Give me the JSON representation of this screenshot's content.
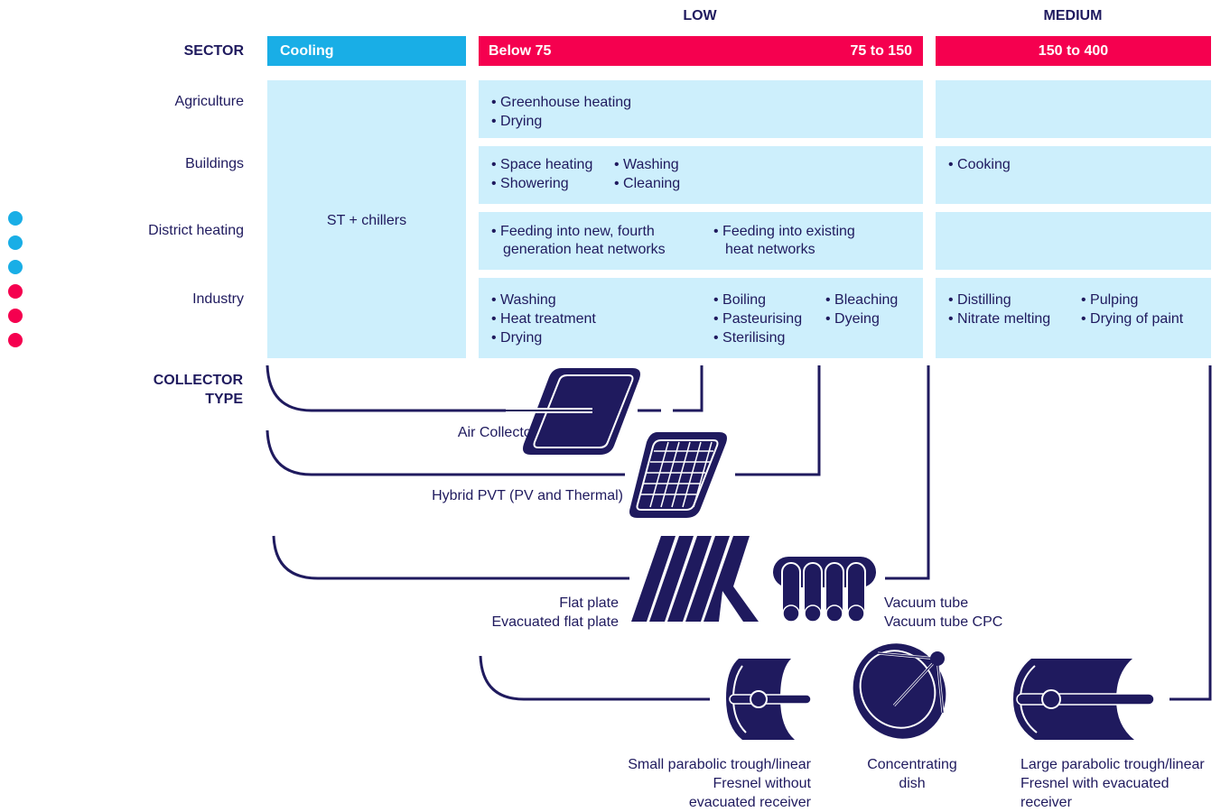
{
  "levels": {
    "low": "LOW",
    "medium": "MEDIUM"
  },
  "sector_heading": "SECTOR",
  "collector_heading": [
    "COLLECTOR",
    "TYPE"
  ],
  "bars": {
    "cooling": "Cooling",
    "below75": "Below 75",
    "r75_150": "75 to 150",
    "r150_400": "150 to 400"
  },
  "rows": [
    "Agriculture",
    "Buildings",
    "District heating",
    "Industry"
  ],
  "cooling_cell": "ST + chillers",
  "low": {
    "agriculture": [
      "Greenhouse heating",
      "Drying"
    ],
    "buildings_col1": [
      "Space heating",
      "Showering"
    ],
    "buildings_col2": [
      "Washing",
      "Cleaning"
    ],
    "district_col1": [
      "Feeding into new, fourth",
      "generation heat networks"
    ],
    "district_col2": [
      "Feeding into existing",
      "heat networks"
    ],
    "industry_col1": [
      "Washing",
      "Heat treatment",
      "Drying"
    ],
    "industry_col2": [
      "Boiling",
      "Pasteurising",
      "Sterilising"
    ],
    "industry_col3": [
      "Bleaching",
      "Dyeing"
    ]
  },
  "medium": {
    "buildings": [
      "Cooking"
    ],
    "industry_col1": [
      "Distilling",
      "Nitrate melting"
    ],
    "industry_col2": [
      "Pulping",
      "Drying of paint"
    ]
  },
  "collectors": {
    "air": "Air Collector",
    "pvt": "Hybrid PVT (PV and Thermal)",
    "flat": [
      "Flat plate",
      "Evacuated flat plate"
    ],
    "vacuum": [
      "Vacuum tube",
      "Vacuum tube CPC"
    ],
    "small_trough": [
      "Small parabolic trough/linear",
      "Fresnel without",
      "evacuated receiver"
    ],
    "dish": [
      "Concentrating",
      "dish"
    ],
    "large_trough": [
      "Large parabolic trough/linear",
      "Fresnel with evacuated",
      "receiver"
    ]
  },
  "colors": {
    "navy": "#1f1a5e",
    "cyan": "#19aee6",
    "pink": "#f5004f",
    "cell": "#cdeffc"
  }
}
